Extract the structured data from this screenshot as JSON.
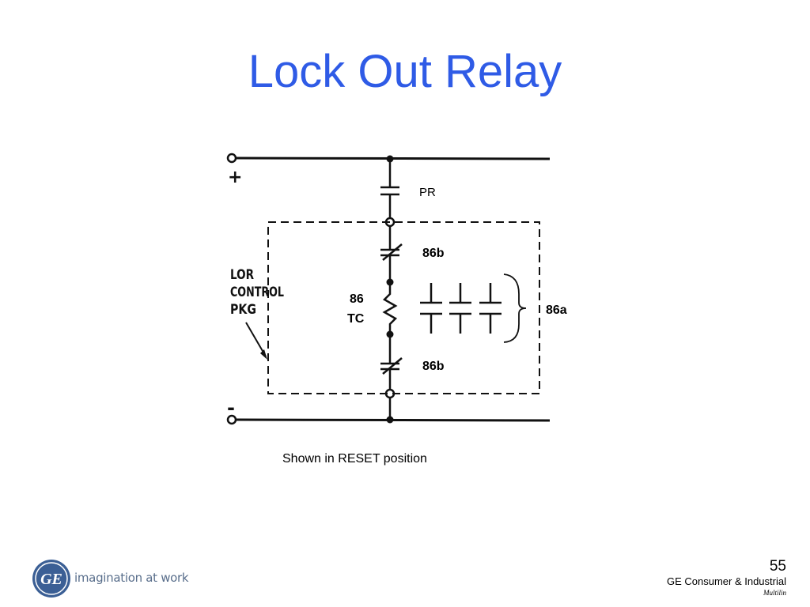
{
  "slide": {
    "title": "Lock Out Relay",
    "caption": "Shown in RESET position"
  },
  "diagram": {
    "positive_terminal": "+",
    "negative_terminal": "-",
    "pr_label": "PR",
    "contact_86b_top": "86b",
    "contact_86b_bottom": "86b",
    "coil_label_line1": "86",
    "coil_label_line2": "TC",
    "contacts_86a": "86a",
    "package_label_line1": "LOR",
    "package_label_line2": "CONTROL",
    "package_label_line3": "PKG"
  },
  "footer": {
    "logo_text": "GE",
    "tagline": "imagination at work",
    "page_number": "55",
    "company": "GE Consumer & Industrial",
    "brand": "Multilin"
  },
  "colors": {
    "title": "#2f5be6",
    "logo": "#3b5f95"
  }
}
